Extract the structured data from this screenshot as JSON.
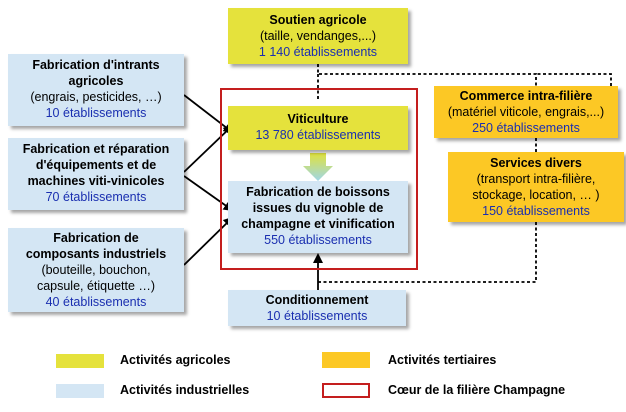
{
  "colors": {
    "agricole": "#e5e23c",
    "industriel": "#d4e6f4",
    "tertiaire": "#fcc825",
    "coeur": "#c41e1e",
    "count_text": "#1a2fb0",
    "arrow_gradient_top": "#dfe13c",
    "arrow_gradient_bottom": "#9fd7e8"
  },
  "nodes": {
    "soutien": {
      "title": "Soutien agricole",
      "lines": [
        "(taille, vendanges,...)"
      ],
      "count": "1 140 établissements"
    },
    "intrants": {
      "title_lines": [
        "Fabrication d'intrants",
        "agricoles"
      ],
      "lines": [
        "(engrais, pesticides, …)"
      ],
      "count": "10 établissements"
    },
    "equipements": {
      "title_lines": [
        "Fabrication et réparation",
        "d'équipements et de",
        "machines viti-vinicoles"
      ],
      "count": "70 établissements"
    },
    "composants": {
      "title_lines": [
        "Fabrication de",
        "composants industriels"
      ],
      "lines": [
        "(bouteille, bouchon,",
        "capsule, étiquette …)"
      ],
      "count": "40 établissements"
    },
    "viticulture": {
      "title": "Viticulture",
      "count": "13 780 établissements"
    },
    "boissons": {
      "title_lines": [
        "Fabrication de boissons",
        "issues du vignoble de",
        "champagne et vinification"
      ],
      "count": "550 établissements"
    },
    "commerce": {
      "title": "Commerce intra-filière",
      "lines": [
        "(matériel viticole, engrais,...)"
      ],
      "count": "250 établissements"
    },
    "services": {
      "title": "Services divers",
      "lines": [
        "(transport intra-filière,",
        "stockage, location, … )"
      ],
      "count": "150 établissements"
    },
    "conditionnement": {
      "title": "Conditionnement",
      "count": "10 établissements"
    }
  },
  "legend": {
    "agricole": "Activités agricoles",
    "industriel": "Activités industrielles",
    "tertiaire": "Activités tertiaires",
    "coeur": "Cœur de la filière Champagne"
  }
}
